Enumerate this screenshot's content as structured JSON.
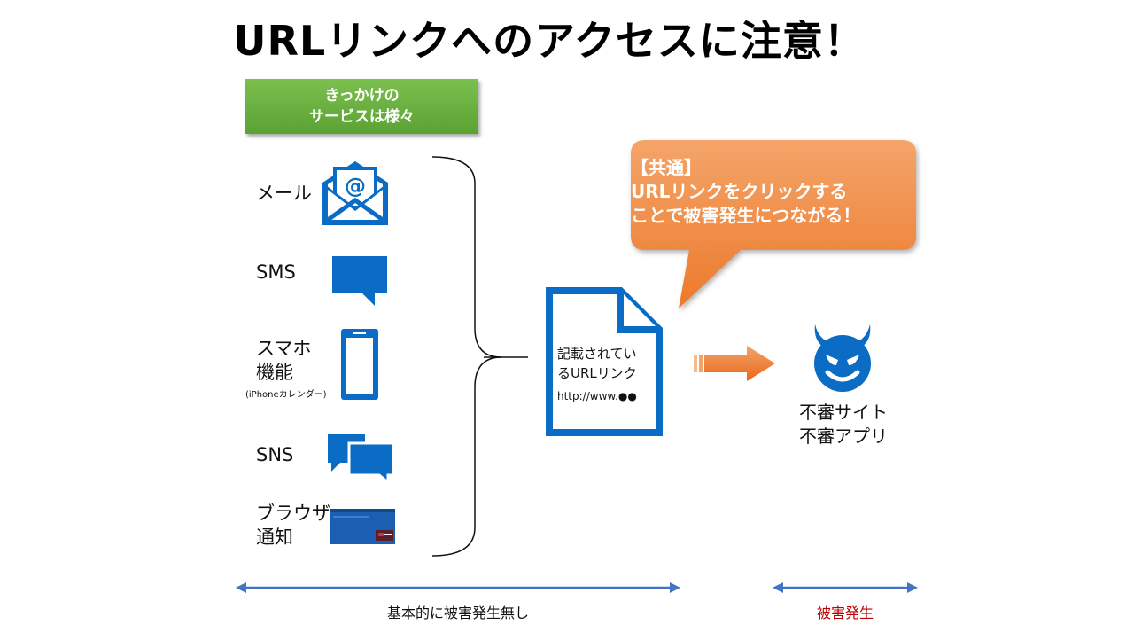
{
  "title": "URLリンクへのアクセスに注意！",
  "service_box": {
    "line1": "きっかけの",
    "line2": "サービスは様々"
  },
  "services": [
    {
      "label": "メール",
      "icon": "envelope-email-icon"
    },
    {
      "label": "SMS",
      "icon": "sms-bubble-icon"
    },
    {
      "label_line1": "スマホ",
      "label_line2": "機能",
      "note": "(iPhoneカレンダー)",
      "icon": "smartphone-icon"
    },
    {
      "label": "SNS",
      "icon": "chat-bubbles-icon"
    },
    {
      "label_line1": "ブラウザ",
      "label_line2": "通知",
      "icon": "browser-notification-icon"
    }
  ],
  "callout": {
    "line1": "【共通】",
    "line2": "URLリンクをクリックする",
    "line3": "ことで被害発生につながる！",
    "color": "#ed7d31"
  },
  "document": {
    "line1": "記載されてい",
    "line2": "るURLリンク",
    "url": "http://www.●●"
  },
  "result": {
    "line1": "不審サイト",
    "line2": "不審アプリ",
    "icon": "devil-face-icon"
  },
  "bottom": {
    "left_label": "基本的に被害発生無し",
    "right_label": "被害発生"
  },
  "colors": {
    "icon_blue": "#0a6cc4",
    "arrow_blue": "#4472c4",
    "orange": "#ed7d31",
    "green": "#70ad47",
    "red_text": "#c00000"
  }
}
